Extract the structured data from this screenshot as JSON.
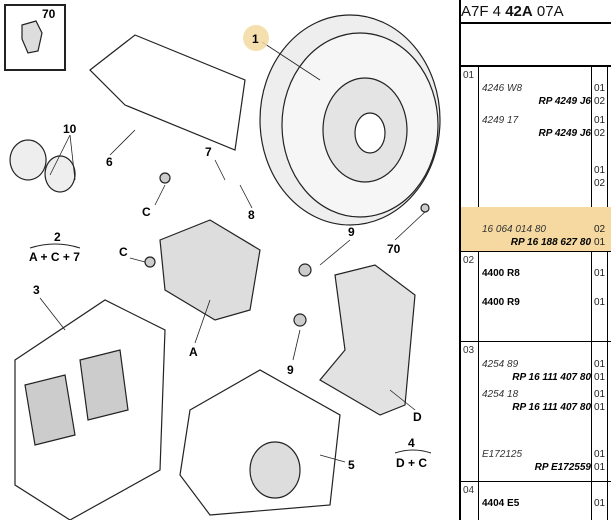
{
  "diagram": {
    "callouts": {
      "c70a": "70",
      "c1": "1",
      "c10": "10",
      "c6": "6",
      "c7": "7",
      "cC1": "C",
      "c8": "8",
      "c2": "2",
      "c2sub": "A + C + 7",
      "c9a": "9",
      "cC2": "C",
      "c70b": "70",
      "c3": "3",
      "c9b": "9",
      "cA": "A",
      "cD": "D",
      "c4": "4",
      "c4sub": "D + C",
      "c5": "5"
    },
    "highlight_color": "#f5d9a0"
  },
  "panel": {
    "title_prefix": "A7F 4 ",
    "title_bold": "42A",
    "title_suffix": " 07A",
    "groups": [
      {
        "num": "01",
        "rows": [
          {
            "ref": "4246 W8",
            "qty": "01"
          },
          {
            "ref": "RP 4249 J6",
            "qty": "02"
          },
          {
            "ref": "4249 17",
            "qty": "01"
          },
          {
            "ref": "RP 4249 J6",
            "qty": "02"
          },
          {
            "ref": "",
            "qty": "01"
          },
          {
            "ref": "",
            "qty": "02"
          },
          {
            "ref": "16 064 014 80",
            "qty": "02"
          },
          {
            "ref": "RP 16 188 627 80",
            "qty": "01"
          }
        ]
      },
      {
        "num": "02",
        "rows": [
          {
            "ref": "4400 R8",
            "qty": "01"
          },
          {
            "ref": "4400 R9",
            "qty": "01"
          }
        ]
      },
      {
        "num": "03",
        "rows": [
          {
            "ref": "4254 89",
            "qty": "01"
          },
          {
            "ref": "RP 16 111 407 80",
            "qty": "01"
          },
          {
            "ref": "4254 18",
            "qty": "01"
          },
          {
            "ref": "RP 16 111 407 80",
            "qty": "01"
          },
          {
            "ref": "E172125",
            "qty": "01"
          },
          {
            "ref": "RP E172559",
            "qty": "01"
          }
        ]
      },
      {
        "num": "04",
        "rows": [
          {
            "ref": "4404 E5",
            "qty": "01"
          }
        ]
      }
    ]
  }
}
